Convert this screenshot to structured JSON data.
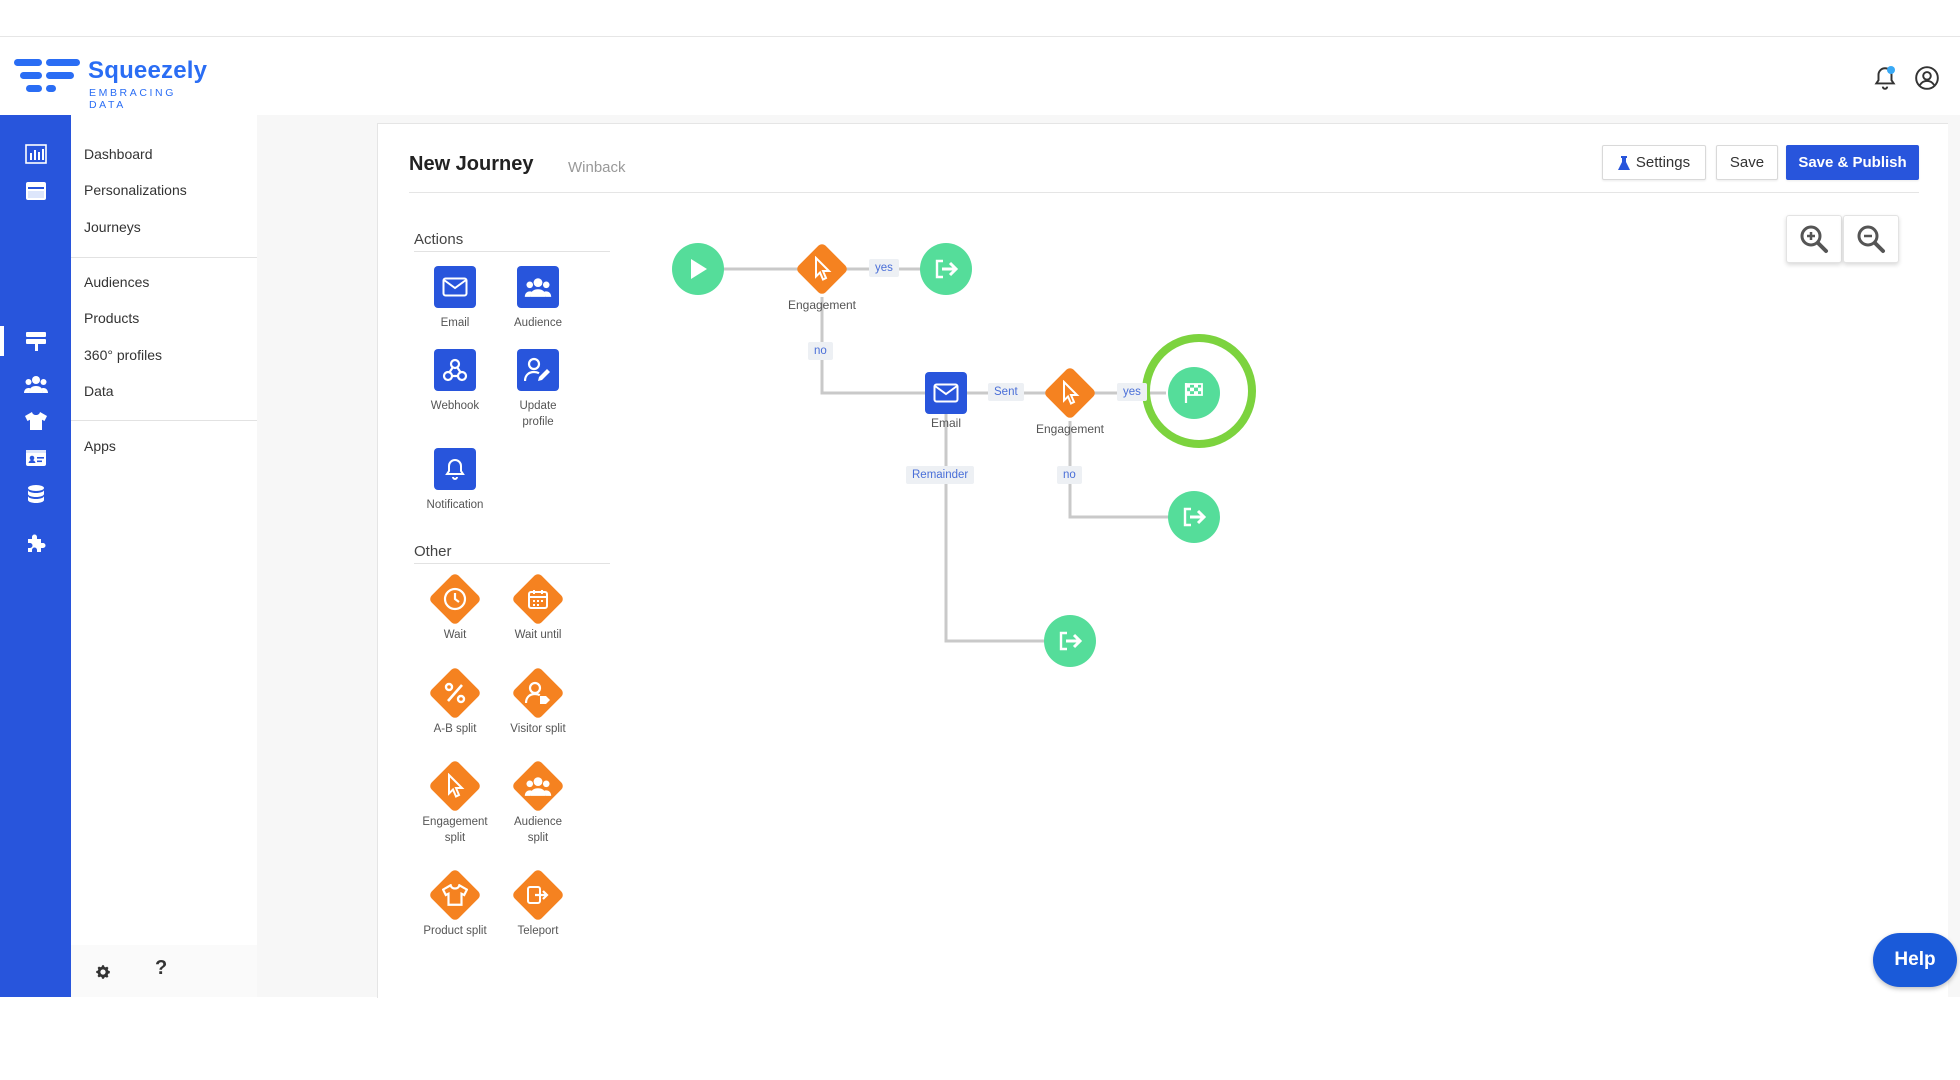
{
  "brand": {
    "name": "Squeezely",
    "tagline": "EMBRACING DATA",
    "color": "#2a6df4"
  },
  "header": {
    "icons": [
      "bell-icon",
      "user-icon"
    ]
  },
  "rail": {
    "icons": [
      "analytics-icon",
      "personalizations-icon",
      "journeys-icon",
      "audiences-icon",
      "products-icon",
      "profiles-icon",
      "data-icon",
      "apps-icon"
    ],
    "color": "#2855dc"
  },
  "nav": {
    "items": [
      {
        "label": "Dashboard"
      },
      {
        "label": "Personalizations"
      },
      {
        "label": "Journeys"
      },
      {
        "label": "Audiences"
      },
      {
        "label": "Products"
      },
      {
        "label": "360° profiles"
      },
      {
        "label": "Data"
      },
      {
        "label": "Apps"
      }
    ],
    "bottom_icons": [
      "gear-icon",
      "question-icon"
    ],
    "help_glyph": "?"
  },
  "page": {
    "title": "New Journey",
    "subtitle": "Winback",
    "buttons": {
      "settings": "Settings",
      "save": "Save",
      "publish": "Save & Publish"
    }
  },
  "palette": {
    "actions_title": "Actions",
    "actions": [
      {
        "label": "Email",
        "icon": "envelope-icon"
      },
      {
        "label": "Audience",
        "icon": "users-icon"
      },
      {
        "label": "Webhook",
        "icon": "webhook-icon"
      },
      {
        "label": "Update profile",
        "icon": "user-edit-icon"
      },
      {
        "label": "Notification",
        "icon": "bell-icon"
      }
    ],
    "other_title": "Other",
    "other": [
      {
        "label": "Wait",
        "icon": "clock-icon"
      },
      {
        "label": "Wait until",
        "icon": "calendar-icon"
      },
      {
        "label": "A-B split",
        "icon": "percent-icon"
      },
      {
        "label": "Visitor split",
        "icon": "user-tag-icon"
      },
      {
        "label": "Engagement split",
        "icon": "cursor-icon"
      },
      {
        "label": "Audience split",
        "icon": "users-icon"
      },
      {
        "label": "Product split",
        "icon": "shirt-icon"
      },
      {
        "label": "Teleport",
        "icon": "teleport-icon"
      }
    ]
  },
  "flow": {
    "nodes": {
      "engagement1": "Engagement",
      "email": "Email",
      "engagement2": "Engagement"
    },
    "tags": {
      "yes1": "yes",
      "no1": "no",
      "sent": "Sent",
      "yes2": "yes",
      "no2": "no",
      "remainder": "Remainder"
    },
    "colors": {
      "start": "#55dd9a",
      "condition": "#f58220",
      "action": "#2855dc",
      "highlight": "#7cd33e"
    }
  },
  "help": {
    "label": "Help"
  }
}
